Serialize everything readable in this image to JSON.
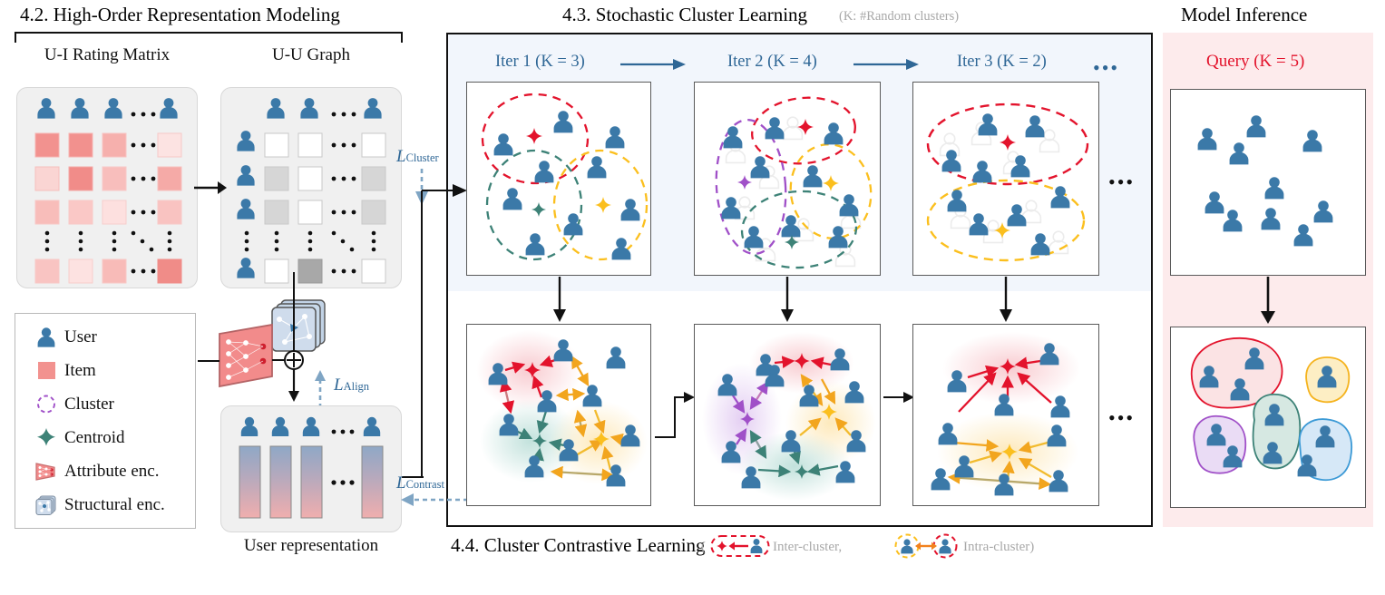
{
  "sections": {
    "s42": {
      "title": "4.2. High-Order Representation Modeling"
    },
    "s43": {
      "title": "4.3. Stochastic Cluster Learning",
      "note": "(K: #Random clusters)"
    },
    "s44": {
      "title": "4.4. Cluster Contrastive Learning",
      "legend_open": "(",
      "inter_label": "Inter-cluster,",
      "intra_label": "Intra-cluster)"
    },
    "inference": {
      "title": "Model Inference"
    }
  },
  "left": {
    "matrix_title": "U-I Rating Matrix",
    "graph_title": "U-U Graph",
    "user_rep_caption": "User representation"
  },
  "legend": {
    "items": [
      {
        "label": "User",
        "icon": "user-icon",
        "color": "#3b79a8"
      },
      {
        "label": "Item",
        "icon": "item-square-icon",
        "color": "#f2928f"
      },
      {
        "label": "Cluster",
        "icon": "cluster-dashed-circle-icon",
        "color": "#a050c8"
      },
      {
        "label": "Centroid",
        "icon": "centroid-diamond-icon",
        "color": "#3d8277"
      },
      {
        "label": "Attribute enc.",
        "icon": "attribute-encoder-icon",
        "color": "#f28b8b"
      },
      {
        "label": "Structural enc.",
        "icon": "structural-encoder-icon",
        "color": "#b3c8e0"
      }
    ]
  },
  "losses": {
    "cluster": {
      "cal": "L",
      "sub": "Cluster"
    },
    "align": {
      "cal": "L",
      "sub": "Align"
    },
    "contrast": {
      "cal": "L",
      "sub": "Contrast"
    }
  },
  "iterations": [
    {
      "label": "Iter 1 (K = 3)",
      "k": 3
    },
    {
      "label": "Iter 2 (K = 4)",
      "k": 4
    },
    {
      "label": "Iter 3 (K = 2)",
      "k": 2
    }
  ],
  "ellipsis": "•••",
  "query": {
    "label": "Query (K = 5)",
    "k": 5
  },
  "colors": {
    "user_blue": "#3b79a8",
    "item_pink": "#f2928f",
    "red": "#e3132c",
    "teal": "#3d8277",
    "yellow": "#fbbf1e",
    "purple": "#a050c8",
    "blue_accent": "#2f6796",
    "band_blue": "#f2f6fc",
    "band_pink": "#fdebec",
    "grey_card": "#f0f0f0",
    "inference_blue": "#3c9ad6"
  },
  "chart_data": {
    "type": "diagram",
    "matrix_rows": [
      [
        0.62,
        0.64,
        0.42,
        null,
        0.16
      ],
      [
        0.22,
        0.7,
        0.38,
        null,
        0.48
      ],
      [
        0.4,
        0.32,
        0.18,
        null,
        0.42
      ],
      [
        0.36,
        0.18,
        0.4,
        null,
        0.72
      ]
    ],
    "graph_rows": [
      [
        0.0,
        0.0,
        null,
        0.0
      ],
      [
        0.22,
        0.0,
        null,
        0.22
      ],
      [
        0.22,
        0.0,
        null,
        0.22
      ],
      [
        0.0,
        0.52,
        null,
        0.0
      ]
    ],
    "iter1_clusters": [
      {
        "color": "#e3132c",
        "name": "red-cluster",
        "members": 3
      },
      {
        "color": "#3d8277",
        "name": "teal-cluster",
        "members": 4
      },
      {
        "color": "#fbbf1e",
        "name": "yellow-cluster",
        "members": 4
      }
    ],
    "iter2_clusters": [
      {
        "color": "#e3132c",
        "name": "red-cluster",
        "members": 3
      },
      {
        "color": "#a050c8",
        "name": "purple-cluster",
        "members": 4
      },
      {
        "color": "#fbbf1e",
        "name": "yellow-cluster",
        "members": 3
      },
      {
        "color": "#3d8277",
        "name": "teal-cluster",
        "members": 4
      }
    ],
    "iter3_clusters": [
      {
        "color": "#e3132c",
        "name": "red-cluster",
        "members": 6
      },
      {
        "color": "#fbbf1e",
        "name": "yellow-cluster",
        "members": 6
      }
    ],
    "inference_clusters": [
      {
        "color": "#e3132c",
        "name": "red-cluster",
        "members": 3
      },
      {
        "color": "#fbbf1e",
        "name": "yellow-cluster",
        "members": 1
      },
      {
        "color": "#3d8277",
        "name": "teal-cluster",
        "members": 2
      },
      {
        "color": "#a050c8",
        "name": "purple-cluster",
        "members": 2
      },
      {
        "color": "#3c9ad6",
        "name": "blue-cluster",
        "members": 2
      }
    ]
  }
}
